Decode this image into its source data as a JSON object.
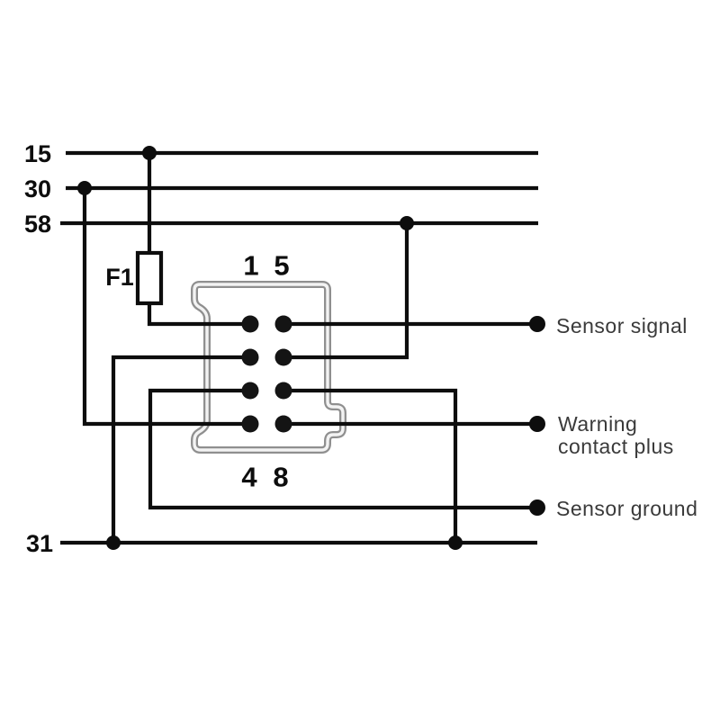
{
  "colors": {
    "wire": "#0d0d0d",
    "connector_outline": "#8f8f8f",
    "connector_outline_inner": "#f3f3f3",
    "output_label_text": "#3a3a3a",
    "background": "#ffffff"
  },
  "bus_lines": [
    {
      "label": "15"
    },
    {
      "label": "30"
    },
    {
      "label": "58"
    },
    {
      "label": "31"
    }
  ],
  "fuse": {
    "label": "F1"
  },
  "connector": {
    "pin_labels": {
      "top_left": "1",
      "top_right": "5",
      "bottom_left": "4",
      "bottom_right": "8"
    }
  },
  "outputs": [
    {
      "label": "Sensor signal"
    },
    {
      "label": "Warning contact plus",
      "lines": [
        "Warning",
        "contact plus"
      ]
    },
    {
      "label": "Sensor ground"
    }
  ],
  "connections": [
    "bus 15 -> fuse F1 -> pin 1",
    "bus 30 -> pin 4",
    "bus 58 -> pin 6",
    "pin 2 -> bus 31",
    "pin 3 -> Sensor ground",
    "pin 5 -> Sensor signal",
    "pin 7 -> bus 31",
    "pin 8 -> Warning contact plus"
  ]
}
